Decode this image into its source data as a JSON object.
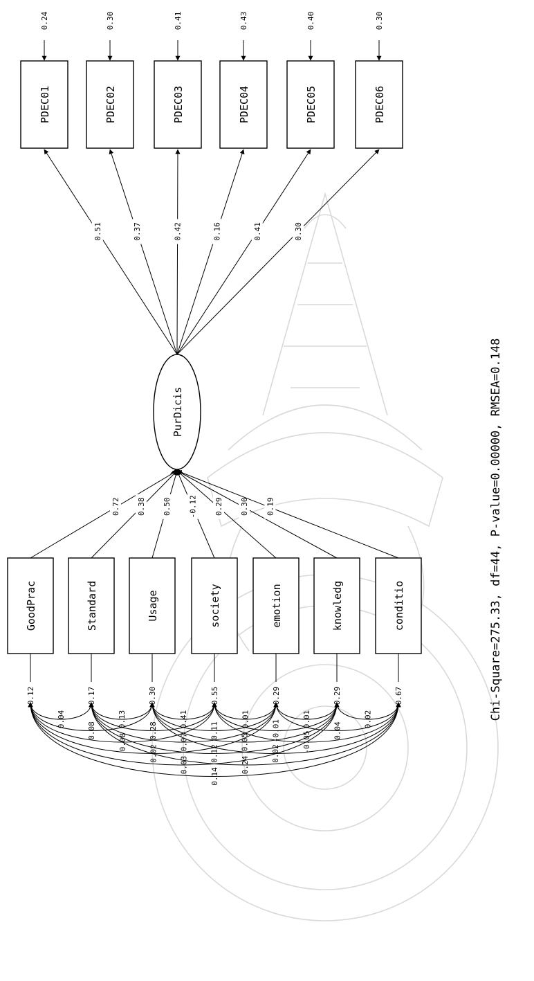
{
  "latent": {
    "name": "PurDicis"
  },
  "exogenous": [
    {
      "name": "GoodPrac",
      "path": "0.72",
      "variance": "0.12"
    },
    {
      "name": "Standard",
      "path": "0.38",
      "variance": "0.17"
    },
    {
      "name": "Usage",
      "path": "0.50",
      "variance": "0.30"
    },
    {
      "name": "society",
      "path": "-0.12",
      "variance": "0.55"
    },
    {
      "name": "emotion",
      "path": "0.29",
      "variance": "0.29"
    },
    {
      "name": "knowledg",
      "path": "0.30",
      "variance": "0.29"
    },
    {
      "name": "conditio",
      "path": "0.19",
      "variance": "0.67"
    }
  ],
  "indicators": [
    {
      "name": "PDEC01",
      "loading": "0.51",
      "error": "0.24"
    },
    {
      "name": "PDEC02",
      "loading": "0.37",
      "error": "0.30"
    },
    {
      "name": "PDEC03",
      "loading": "0.42",
      "error": "0.41"
    },
    {
      "name": "PDEC04",
      "loading": "0.16",
      "error": "0.43"
    },
    {
      "name": "PDEC05",
      "loading": "0.41",
      "error": "0.40"
    },
    {
      "name": "PDEC06",
      "loading": "0.30",
      "error": "0.30"
    }
  ],
  "covariances": [
    "0.04",
    "0.08",
    "0.08",
    "0.02",
    "0.03",
    "0.14",
    "0.13",
    "0.28",
    "0.07",
    "0.12",
    "0.24",
    "0.41",
    "0.11",
    "0.05",
    "0.02",
    "0.01",
    "-0.01",
    "-0.05",
    "0.01",
    "0.04",
    "0.02"
  ],
  "fit": "Chi-Square=275.33, df=44, P-value=0.00000, RMSEA=0.148"
}
